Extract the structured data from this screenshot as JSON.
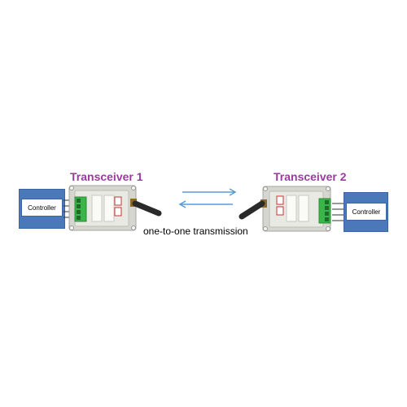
{
  "diagram": {
    "transceiver_1_label": "Transceiver 1",
    "transceiver_2_label": "Transceiver 2",
    "controller_left_label": "Controller",
    "controller_right_label": "Controller",
    "caption": "one-to-one transmission"
  },
  "colors": {
    "title": "#9b3a9e",
    "controller": "#4a78b8",
    "arrow": "#5b9bd5",
    "module_body": "#d6d6d0",
    "terminal": "#3bb54a",
    "antenna": "#2a2a2a"
  },
  "icons": {
    "arrows": "bidirectional-arrow-icon",
    "antenna": "antenna-icon",
    "terminal": "terminal-block-icon"
  }
}
